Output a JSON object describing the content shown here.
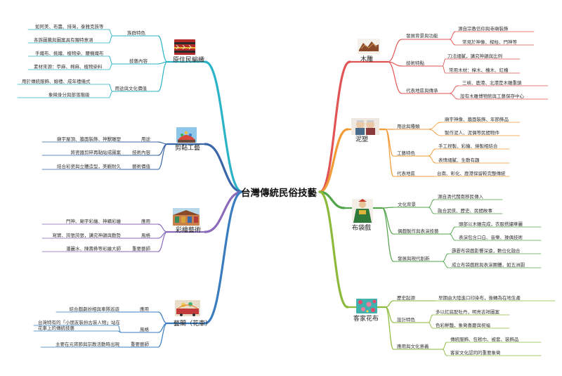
{
  "center": "台灣傳統民俗技藝",
  "colors": {
    "wood": "#e15354",
    "clay": "#f29a37",
    "puppet": "#52a44a",
    "hakka": "#8dba3c",
    "aborig": "#2bb3c7",
    "cut": "#3a67a8",
    "paint": "#8a6ab9",
    "parade": "#3a7cc0"
  },
  "icons": [
    "wood-carving-photo",
    "clay-figure-photo",
    "glove-puppet-photo",
    "hakka-flower-fabric-photo",
    "aboriginal-weaving-photo",
    "cut-and-paste-temple-roof-photo",
    "colored-painting-photo",
    "parade-float-photo"
  ],
  "right": [
    {
      "title": "木雕",
      "subs": [
        {
          "label": "發展背景與功能",
          "leaves": [
            "源自宗教信仰與寺廟裝飾",
            "常見於神像、樑柱、門神等"
          ]
        },
        {
          "label": "技術特點",
          "leaves": [
            "刀法細膩，講究神韻與比例",
            "常用木材：樟木、檜木、紅檜"
          ]
        },
        {
          "label": "代表地區與傳承",
          "leaves": [
            "三峽、鹿港、北港是木雕重鎮",
            "設有木雕博物館與工藝保存中心"
          ]
        }
      ]
    },
    {
      "title": "泥塑",
      "subs": [
        {
          "label": "用途與種類",
          "leaves": [
            "廟宇神像、牆面裝飾、年節飾品",
            "製作泥人、泥偶等民間物件"
          ]
        },
        {
          "label": "工藝特色",
          "leaves": [
            "手工捏製、彩繪、燒製相結合",
            "表情細膩、生動有趣"
          ]
        },
        {
          "label": "代表地區",
          "leaves": [
            "台南、彰化、鹿港保留較完整傳統"
          ]
        }
      ]
    },
    {
      "title": "布袋戲",
      "subs": [
        {
          "label": "文化背景",
          "leaves": [
            "源自清代閩南移民傳入",
            "融合武俠、歷史、民間故事"
          ]
        },
        {
          "label": "偶戲製作與表演技藝",
          "leaves": [
            "頭部以木雕完成，衣服搭繡華麗",
            "表演包含口白、音樂、操偶技術"
          ]
        },
        {
          "label": "發展與現代創新",
          "leaves": [
            "霹靂布袋戲影響深遠，數位化融合",
            "成立布袋戲館與表演團體，如五洲園"
          ]
        }
      ]
    },
    {
      "title": "客家花布",
      "subs": [
        {
          "label": "歷史起源",
          "leaves": [
            "早期由大陸進口印染布，後轉為在地生產"
          ]
        },
        {
          "label": "設計特色",
          "leaves": [
            "多以紅底配牡丹，明亮吉祥圖案",
            "色彩鮮豔，象徵喜慶與祝福"
          ]
        },
        {
          "label": "應用與文化意義",
          "leaves": [
            "傳統服飾、包袱巾、被套、裝飾品",
            "客家文化認同的重要象徵"
          ]
        }
      ]
    }
  ],
  "left": [
    {
      "title": "原住民編織",
      "subs": [
        {
          "label": "族群特色",
          "leaves": [
            "如阿美、布農、排灣，泰雅克族等",
            "各族圖騰與圖案具有獨特意涵"
          ]
        },
        {
          "label": "技藝內容",
          "leaves": [
            "手織布、挑織、植物染、腰機織布",
            "素材來源：苧麻、棉麻、植物染料"
          ]
        },
        {
          "label": "用途與文化價值",
          "leaves": [
            "用於傳統服飾、婚禮、成年禮儀式",
            "象徵身分與部落階級"
          ]
        }
      ]
    },
    {
      "title": "剪黏工藝",
      "subs": [
        {
          "label": "用途",
          "leaves": [
            "廟宇屋頂、牆面裝飾、神獸雕塑"
          ]
        },
        {
          "label": "技術內容",
          "leaves": [
            "將瓷器剪碎再黏貼成圖案"
          ]
        },
        {
          "label": "藝術價值",
          "leaves": [
            "結合彩瓷與立體造型，美觀耐久"
          ]
        }
      ]
    },
    {
      "title": "彩繪藝術",
      "subs": [
        {
          "label": "應用",
          "leaves": [
            "門神、廟宇彩繪、神轎彩繪"
          ]
        },
        {
          "label": "風格",
          "leaves": [
            "寫實、誇張誇張，講究神韻與動勢"
          ]
        },
        {
          "label": "重要藝師",
          "leaves": [
            "潘麗水、陳壽彝等彩繪大師"
          ]
        }
      ]
    },
    {
      "title": "藝閣（花車）",
      "subs": [
        {
          "label": "應用",
          "leaves": [
            "結合戲劇扮相與車隊巡遊"
          ]
        },
        {
          "label": "風格",
          "leaves": [
            "台灣特有的「小朋友裝扮古裝人物」站在花車上的傳統技藝"
          ]
        },
        {
          "label": "重要藝師",
          "leaves": [
            "主要在元宵節與宗教活動時出現"
          ]
        }
      ]
    }
  ]
}
